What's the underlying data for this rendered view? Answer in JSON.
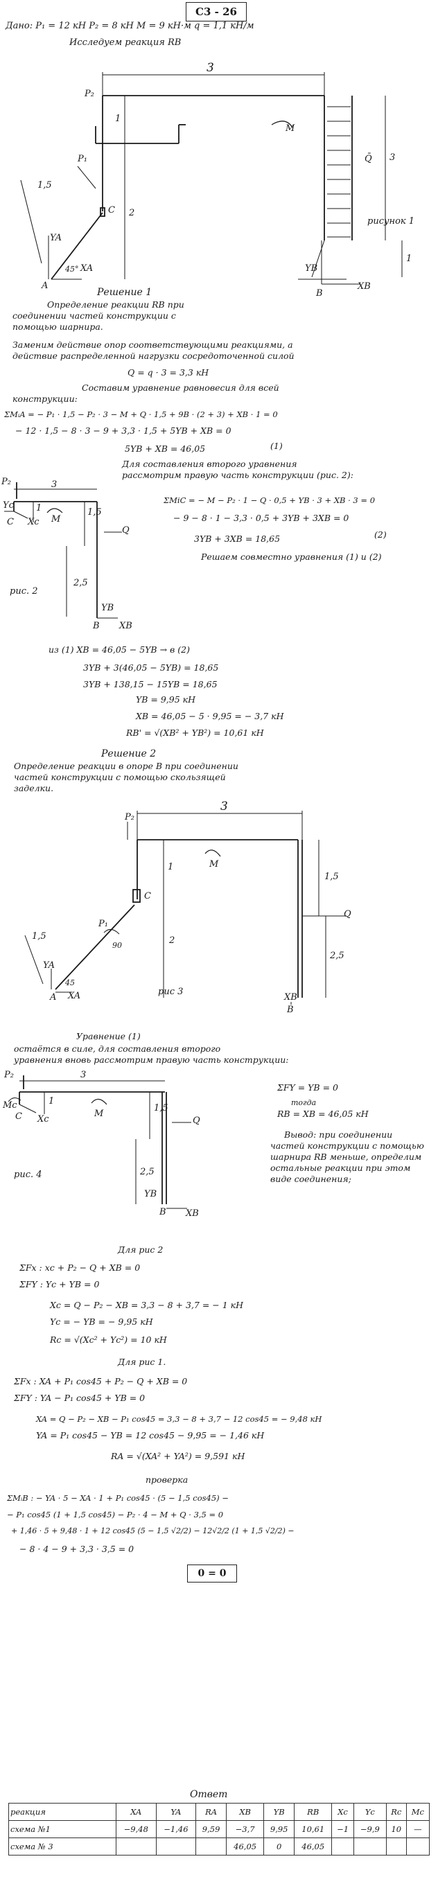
{
  "header": {
    "given": "Дано:   P₁ = 12 кН     P₂ = 8 кН     M = 9 кН·м     q = 1,1 кН/м",
    "find": "Исследуем реакция RB",
    "variant": "С3 - 26"
  },
  "fig1": {
    "caption": "рисунок 1",
    "labels": {
      "P2": "P₂",
      "M": "M",
      "P1": "P₁",
      "C": "C",
      "Q": "Q̄",
      "A": "A",
      "B": "B",
      "YA": "YA",
      "XA": "XA",
      "YB": "YB",
      "XB": "XB",
      "d3": "3",
      "d1": "1",
      "d2": "2",
      "d15": "1,5",
      "d3v": "3",
      "a45": "45°",
      "n1": "1"
    }
  },
  "solution1": {
    "heading": "Решение 1",
    "lines": [
      "Определение реакции RB при",
      "соединении частей конструкции с",
      "помощью шарнира.",
      "Заменим действие опор соответствующими реакциями, а",
      "действие распределенной нагрузки сосредоточенной силой",
      "Q = q · 3 = 3,3 кН",
      "Составим уравнение равновесия для всей",
      "конструкции:",
      "ΣMᵢA = − P₁ · 1,5 − P₂ · 3 − M + Q · 1,5 + 9B · (2 + 3) + XB · 1 = 0",
      "− 12 · 1,5 − 8 · 3 − 9 + 3,3 · 1,5 + 5YB + XB = 0",
      "5YB + XB = 46,05",
      "(1)",
      "Для составления второго уравнения",
      "рассмотрим правую часть конструкции (рис. 2):",
      "ΣMiC = − M − P₂ · 1 − Q · 0,5 + YB · 3 + XB · 3 = 0",
      "− 9 − 8 · 1 − 3,3 · 0,5 + 3YB + 3XB = 0",
      "3YB + 3XB = 18,65",
      "(2)",
      "Решаем совместно уравнения (1) и (2)"
    ]
  },
  "fig2": {
    "caption": "рис. 2",
    "labels": {
      "P2": "P₂",
      "Yc": "Yc",
      "Xc": "Xc",
      "C": "C",
      "M": "M",
      "Q": "Q",
      "B": "B",
      "YB": "YB",
      "XB": "XB",
      "d3": "3",
      "d1": "1",
      "d15": "1,5",
      "d25": "2,5"
    }
  },
  "calc1": {
    "lines": [
      "из (1)       XB = 46,05 − 5YB   →  в (2)",
      "3YB + 3(46,05 − 5YB) = 18,65",
      "3YB + 138,15 − 15YB = 18,65",
      "YB = 9,95 кН",
      "XB = 46,05 − 5 · 9,95 = − 3,7 кН",
      "RB' = √(XB² + YB²) = 10,61 кН"
    ]
  },
  "solution2": {
    "heading": "Решение 2",
    "lines": [
      "Определение реакции в опоре B при соединении",
      "частей конструкции с помощью скользящей",
      "заделки."
    ]
  },
  "fig3": {
    "caption": "рис 3",
    "labels": {
      "P2": "P₂",
      "M": "M",
      "P1": "P₁",
      "C": "C",
      "Q": "Q",
      "A": "A",
      "B": "B",
      "YA": "YA",
      "XA": "XA",
      "XB": "XB",
      "d3": "3",
      "d1": "1",
      "d2": "2",
      "d15": "1,5",
      "d15b": "1,5",
      "d25": "2,5",
      "a90": "90",
      "a45": "45"
    }
  },
  "text3": {
    "lines": [
      "Уравнение (1)",
      "остаётся в силе, для составления второго",
      "уравнения вновь рассмотрим правую часть конструкции:"
    ]
  },
  "fig4": {
    "caption": "рис. 4",
    "labels": {
      "P2": "P₂",
      "Mc": "Mc",
      "C": "C",
      "Xc": "Xc",
      "M": "M",
      "Q": "Q",
      "B": "B",
      "YB": "YB",
      "XB": "XB",
      "d3": "3",
      "d1": "1",
      "d15": "1,5",
      "d25": "2,5"
    },
    "eqs": [
      "ΣFY = YB = 0",
      "тогда",
      "RB = XB = 46,05 кН",
      "Вывод: при соединении",
      "частей конструкции с помощью",
      "шарнира RB меньше, определим",
      "остальные реакции при этом",
      "виде соединения;"
    ]
  },
  "rig2": {
    "lines": [
      "Для     рис 2",
      "ΣFx :   xc + P₂ − Q + XB = 0",
      "ΣFY :   Yc + YB = 0",
      "Xc  =   Q − P₂ − XB = 3,3 − 8 + 3,7 = − 1 кН",
      "Yc  =   − YB = − 9,95 кН",
      "Rc  =   √(Xc² + Yc²) = 10 кН"
    ]
  },
  "rig1": {
    "lines": [
      "Для     рис 1.",
      "ΣFx :   XA + P₁ cos45 + P₂ − Q + XB = 0",
      "ΣFY :   YA − P₁ cos45 + YB = 0",
      "XA = Q − P₂ − XB − P₁ cos45 = 3,3 − 8 + 3,7 − 12 cos45 = − 9,48 кН",
      "YA = P₁ cos45 − YB = 12 cos45 − 9,95 = − 1,46 кН",
      "RA = √(XA² + YA²) = 9,591 кН",
      "проверка",
      "ΣMᵢB :   − YA · 5 − XA · 1 + P₁ cos45 · (5 − 1,5 cos45) −",
      "− P₁ cos45 (1 + 1,5 cos45) − P₂ · 4 − M + Q · 3,5 = 0",
      "+ 1,46 · 5 + 9,48 · 1 + 12 cos45 (5 − 1,5 √2/2) − 12√2/2 (1 + 1,5 √2/2) −",
      "− 8 · 4 − 9 + 3,3 · 3,5 = 0",
      "0 = 0"
    ]
  },
  "answer": {
    "title": "Ответ",
    "columns": [
      "реакция",
      "XA",
      "YA",
      "RA",
      "XB",
      "YB",
      "RB",
      "Xc",
      "Yc",
      "Rc",
      "Mc"
    ],
    "rows": [
      [
        "схема №1",
        "−9,48",
        "−1,46",
        "9,59",
        "−3,7",
        "9,95",
        "10,61",
        "−1",
        "−9,9",
        "10",
        "—"
      ],
      [
        "схема № 3",
        "",
        "",
        "",
        "46,05",
        "0",
        "46,05",
        "",
        "",
        "",
        ""
      ]
    ]
  }
}
